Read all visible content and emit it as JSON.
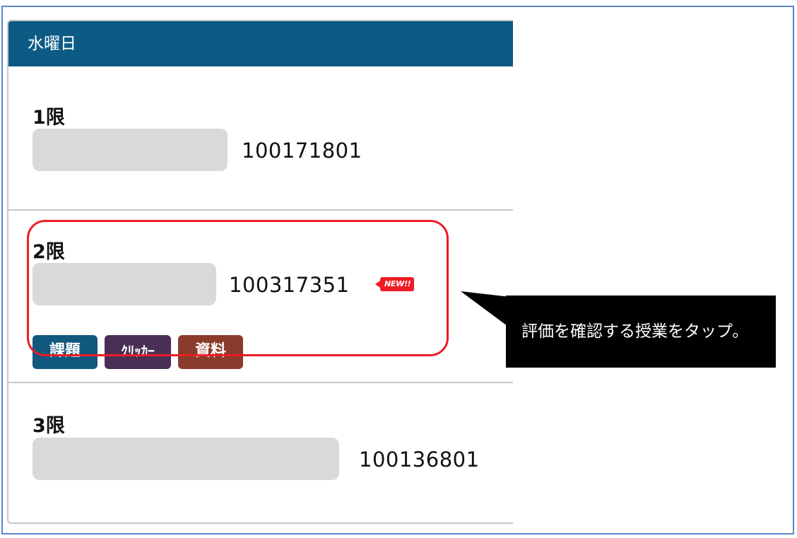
{
  "schedule": {
    "day_title": "水曜日",
    "periods": [
      {
        "label": "1限",
        "course_code": "100171801",
        "title_mark_color": "#b5191c"
      },
      {
        "label": "2限",
        "course_code": "100317351",
        "new_badge": "NEW!!",
        "title_mark_color": "#b5191c",
        "tags": [
          {
            "label": "課題",
            "color": "#11587f"
          },
          {
            "label": "ｸﾘｯｶｰ",
            "color": "#4a2f55"
          },
          {
            "label": "資料",
            "color": "#8a3c2c"
          }
        ]
      },
      {
        "label": "3限",
        "course_code": "100136801",
        "title_mark_color": "#b5191c"
      }
    ]
  },
  "annotation": {
    "callout_text": "評価を確認する授業をタップ。",
    "highlight_color": "#ee1c25"
  },
  "colors": {
    "header_bg": "#0b5b85",
    "frame_border": "#5b86c9"
  }
}
